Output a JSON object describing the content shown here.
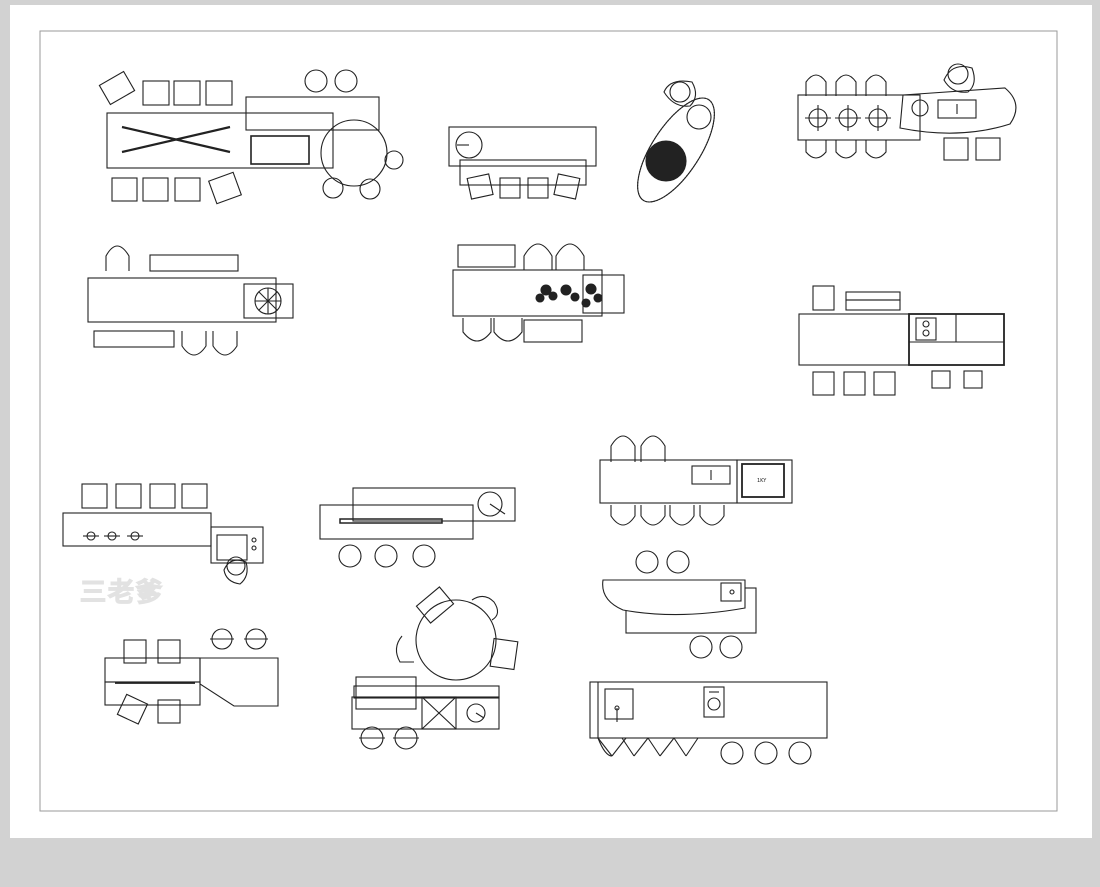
{
  "canvas": {
    "background": "#d2d2d2",
    "paper": "#ffffff",
    "frame_stroke": "#9a9a9a",
    "line_color": "#222222"
  },
  "watermark": {
    "text": "三老爹"
  },
  "sink_label": "1KY",
  "blocks": [
    "kitchen-island-cross-table",
    "bar-counter-round-sink",
    "oval-table-with-person",
    "bar-counter-person-sink",
    "island-with-plant",
    "island-with-plants-chairs",
    "island-with-cooktop",
    "cooktop-counter-person",
    "counter-with-round-sink",
    "bar-with-sink-bowls",
    "curved-bar-counter",
    "curved-island-stools",
    "round-table-kitchen",
    "long-counter-stools"
  ]
}
